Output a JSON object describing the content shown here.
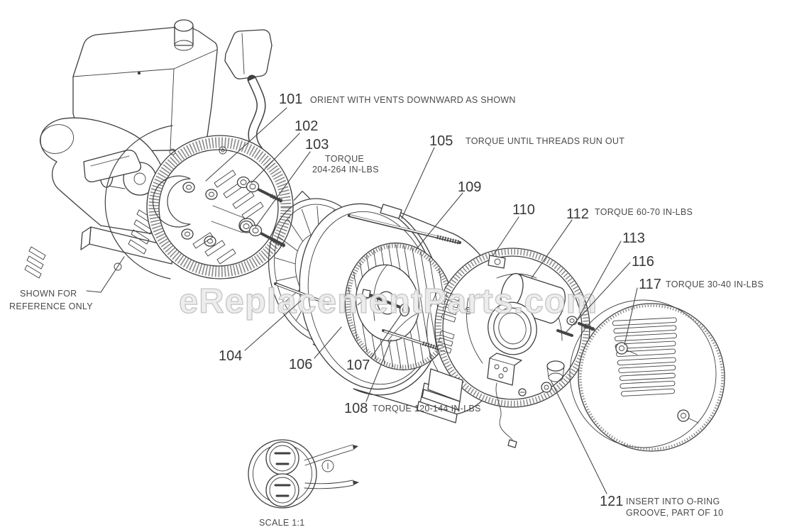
{
  "figure": {
    "watermark": "eReplacementParts.com",
    "scale_note": "SCALE 1:1",
    "reference_note": {
      "line1": "SHOWN FOR",
      "line2": "REFERENCE ONLY"
    }
  },
  "callouts": {
    "101": {
      "num": "101",
      "note": "ORIENT  WITH  VENTS  DOWNWARD  AS  SHOWN"
    },
    "102": {
      "num": "102"
    },
    "103": {
      "num": "103",
      "note_line1": "TORQUE",
      "note_line2": "204-264 IN-LBS"
    },
    "104": {
      "num": "104"
    },
    "105": {
      "num": "105",
      "note": "TORQUE UNTIL THREADS RUN OUT"
    },
    "106": {
      "num": "106"
    },
    "107": {
      "num": "107"
    },
    "108": {
      "num": "108",
      "note": "TORQUE 120-144 IN-LBS"
    },
    "109": {
      "num": "109"
    },
    "110": {
      "num": "110"
    },
    "112": {
      "num": "112",
      "note": "TORQUE 60-70 IN-LBS"
    },
    "113": {
      "num": "113"
    },
    "116": {
      "num": "116"
    },
    "117": {
      "num": "117",
      "note": "TORQUE 30-40 IN-LBS"
    },
    "121": {
      "num": "121",
      "note_line1": "INSERT INTO O-RING",
      "note_line2": "GROOVE, PART OF 10"
    }
  }
}
